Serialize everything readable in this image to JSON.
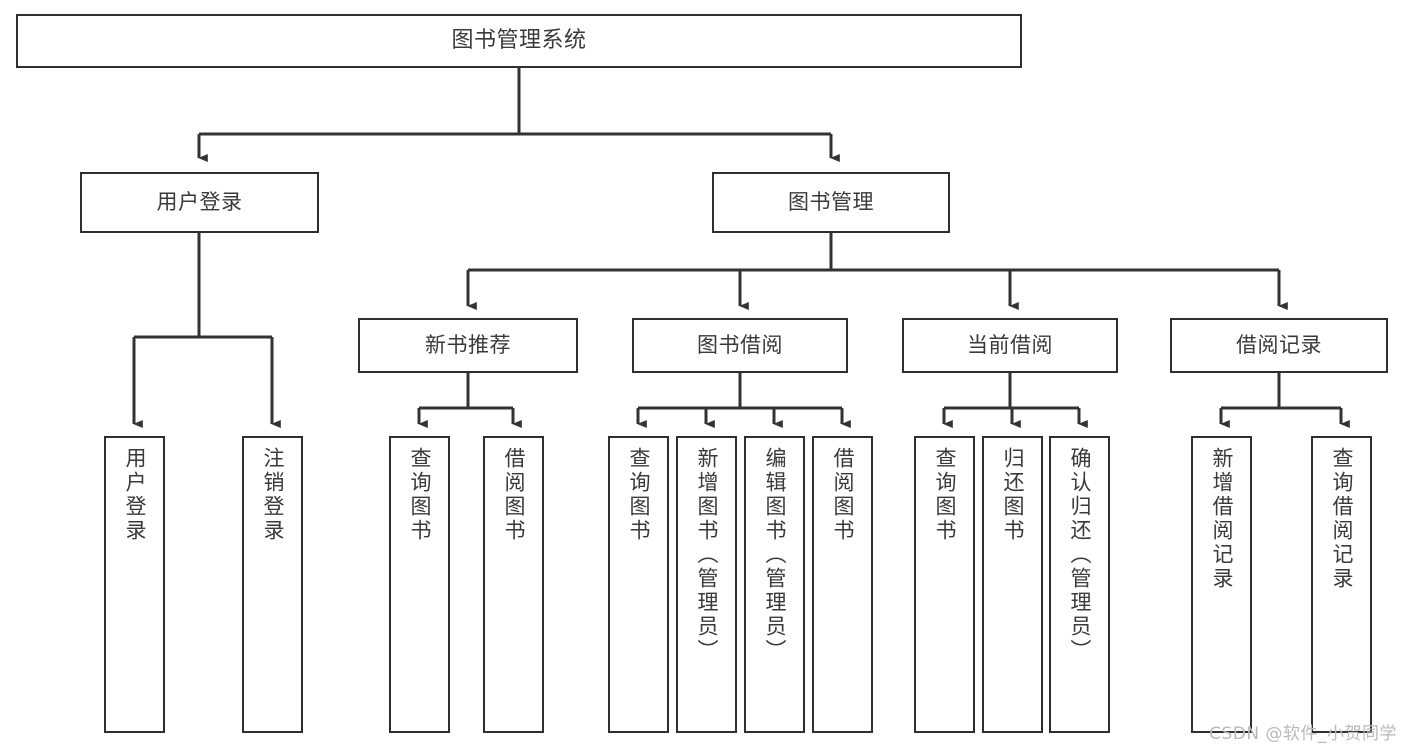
{
  "diagram": {
    "title": "图书管理系统",
    "type": "tree",
    "orientation": "top-down",
    "colors": {
      "background": "#ffffff",
      "box_border": "#2f2f2f",
      "box_fill": "#ffffff",
      "text": "#3a3a3a",
      "connector": "#333333",
      "watermark": "#b9b9b9"
    },
    "levels": 4
  },
  "nodes": {
    "root": {
      "label": "图书管理系统",
      "orientation": "horizontal"
    },
    "level2": [
      {
        "id": "user-login",
        "label": "用户登录",
        "orientation": "horizontal"
      },
      {
        "id": "book-management",
        "label": "图书管理",
        "orientation": "horizontal"
      }
    ],
    "level3": [
      {
        "id": "new-book-recommend",
        "label": "新书推荐",
        "orientation": "horizontal",
        "parent": "book-management"
      },
      {
        "id": "book-borrow",
        "label": "图书借阅",
        "orientation": "horizontal",
        "parent": "book-management"
      },
      {
        "id": "current-borrow",
        "label": "当前借阅",
        "orientation": "horizontal",
        "parent": "book-management"
      },
      {
        "id": "borrow-record",
        "label": "借阅记录",
        "orientation": "horizontal",
        "parent": "book-management"
      }
    ],
    "leaves": [
      {
        "id": "leaf-user-login",
        "label": "用户登录",
        "orientation": "vertical",
        "parent": "user-login"
      },
      {
        "id": "leaf-user-logout",
        "label": "注销登录",
        "orientation": "vertical",
        "parent": "user-login"
      },
      {
        "id": "leaf-query-book-1",
        "label": "查询图书",
        "orientation": "vertical",
        "parent": "new-book-recommend"
      },
      {
        "id": "leaf-borrow-book-1",
        "label": "借阅图书",
        "orientation": "vertical",
        "parent": "new-book-recommend"
      },
      {
        "id": "leaf-query-book-2",
        "label": "查询图书",
        "orientation": "vertical",
        "parent": "book-borrow"
      },
      {
        "id": "leaf-add-book",
        "label": "新增图书（管理员）",
        "orientation": "vertical",
        "parent": "book-borrow"
      },
      {
        "id": "leaf-edit-book",
        "label": "编辑图书（管理员）",
        "orientation": "vertical",
        "parent": "book-borrow"
      },
      {
        "id": "leaf-borrow-book-2",
        "label": "借阅图书",
        "orientation": "vertical",
        "parent": "book-borrow"
      },
      {
        "id": "leaf-query-book-3",
        "label": "查询图书",
        "orientation": "vertical",
        "parent": "current-borrow"
      },
      {
        "id": "leaf-return-book",
        "label": "归还图书",
        "orientation": "vertical",
        "parent": "current-borrow"
      },
      {
        "id": "leaf-confirm-return",
        "label": "确认归还（管理员）",
        "orientation": "vertical",
        "parent": "current-borrow"
      },
      {
        "id": "leaf-add-record",
        "label": "新增借阅记录",
        "orientation": "vertical",
        "parent": "borrow-record"
      },
      {
        "id": "leaf-query-record",
        "label": "查询借阅记录",
        "orientation": "vertical",
        "parent": "borrow-record"
      }
    ]
  },
  "watermark": {
    "text": "CSDN @软件_小贺同学"
  }
}
